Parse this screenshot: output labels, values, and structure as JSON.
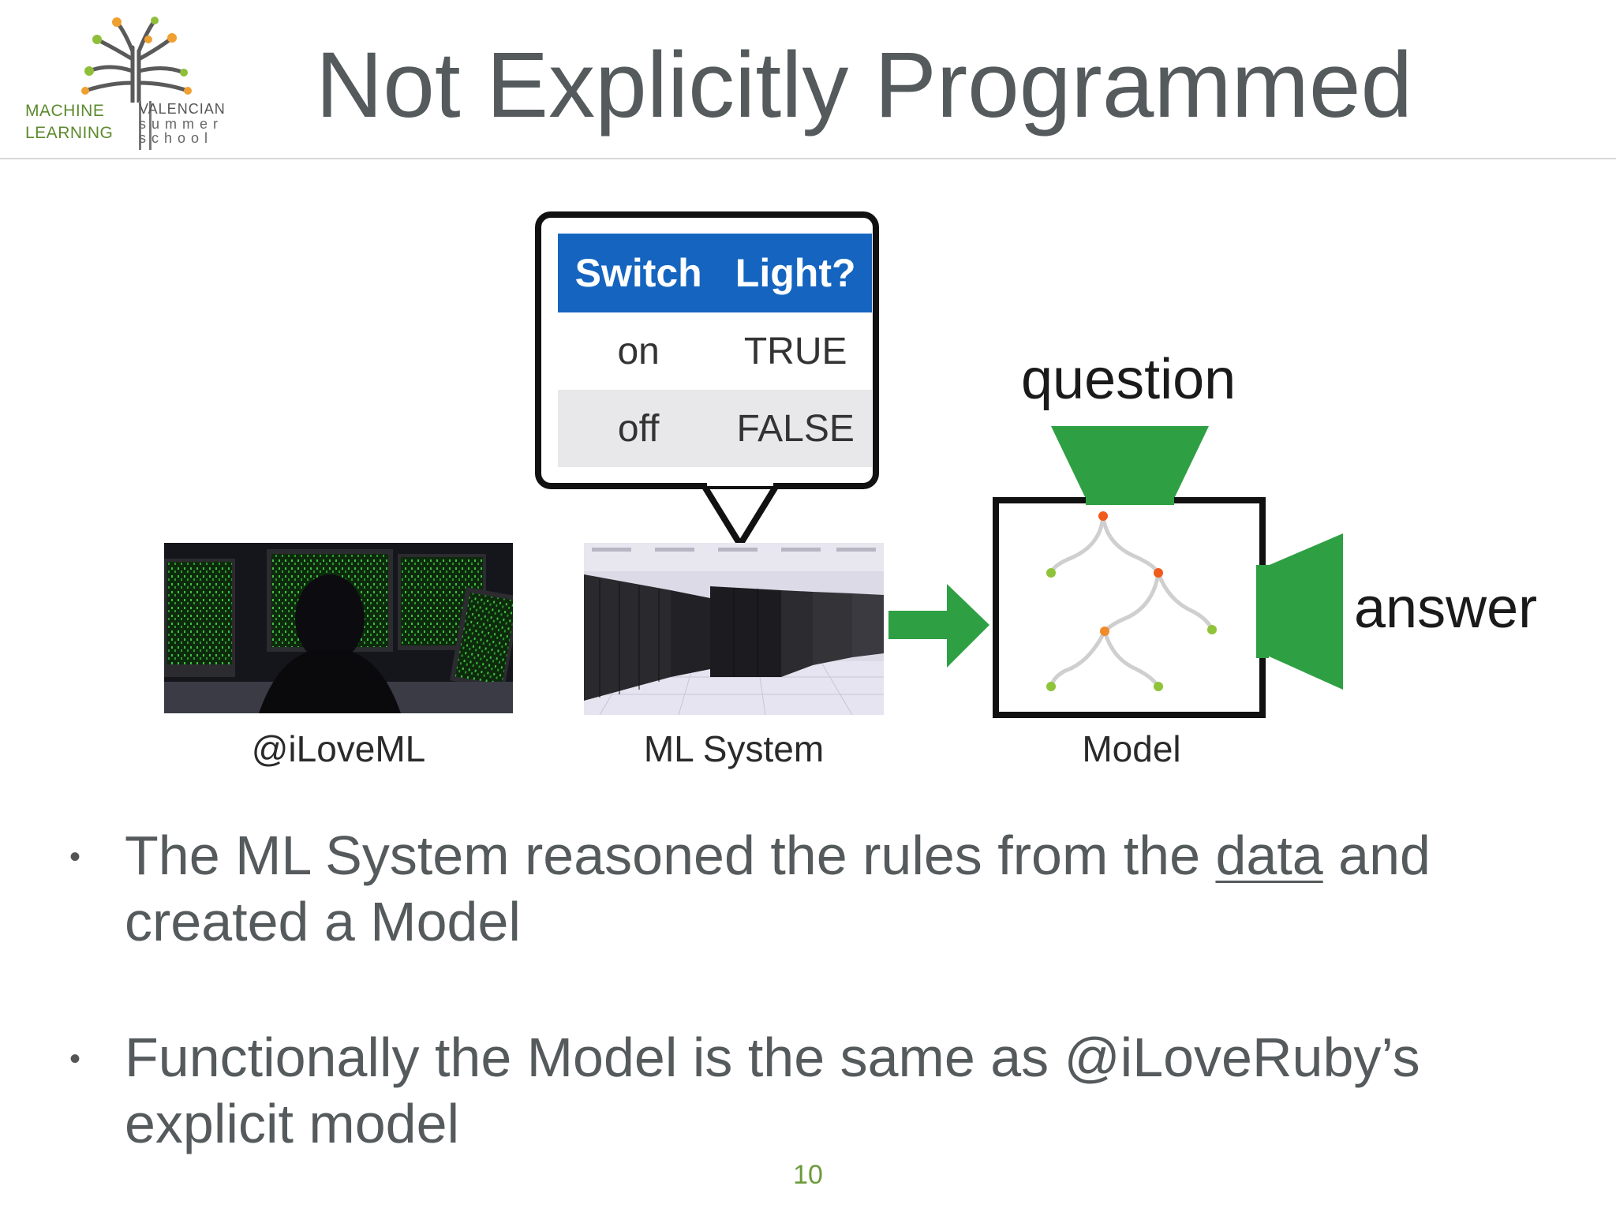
{
  "logo": {
    "line1": "MACHINE",
    "line2": "LEARNING",
    "right1": "VALENCIAN",
    "right2": "summer",
    "right3": "school"
  },
  "slide": {
    "title": "Not Explicitly Programmed",
    "page_number": "10"
  },
  "callout": {
    "headers": [
      "Switch",
      "Light?"
    ],
    "rows": [
      [
        "on",
        "TRUE"
      ],
      [
        "off",
        "FALSE"
      ]
    ]
  },
  "diagram": {
    "caption_left": "@iLoveML",
    "caption_middle": "ML System",
    "caption_right": "Model",
    "question_label": "question",
    "answer_label": "answer"
  },
  "bullets": [
    {
      "before": "The ML System reasoned the rules from the ",
      "underlined": "data",
      "after": " and created a Model"
    },
    {
      "text": "Functionally the Model is the same as @iLoveRuby’s explicit model"
    }
  ],
  "colors": {
    "accent_green": "#2ea043",
    "table_header_blue": "#1565c0",
    "logo_green": "#5d8a2e",
    "title_gray": "#555a5c"
  }
}
